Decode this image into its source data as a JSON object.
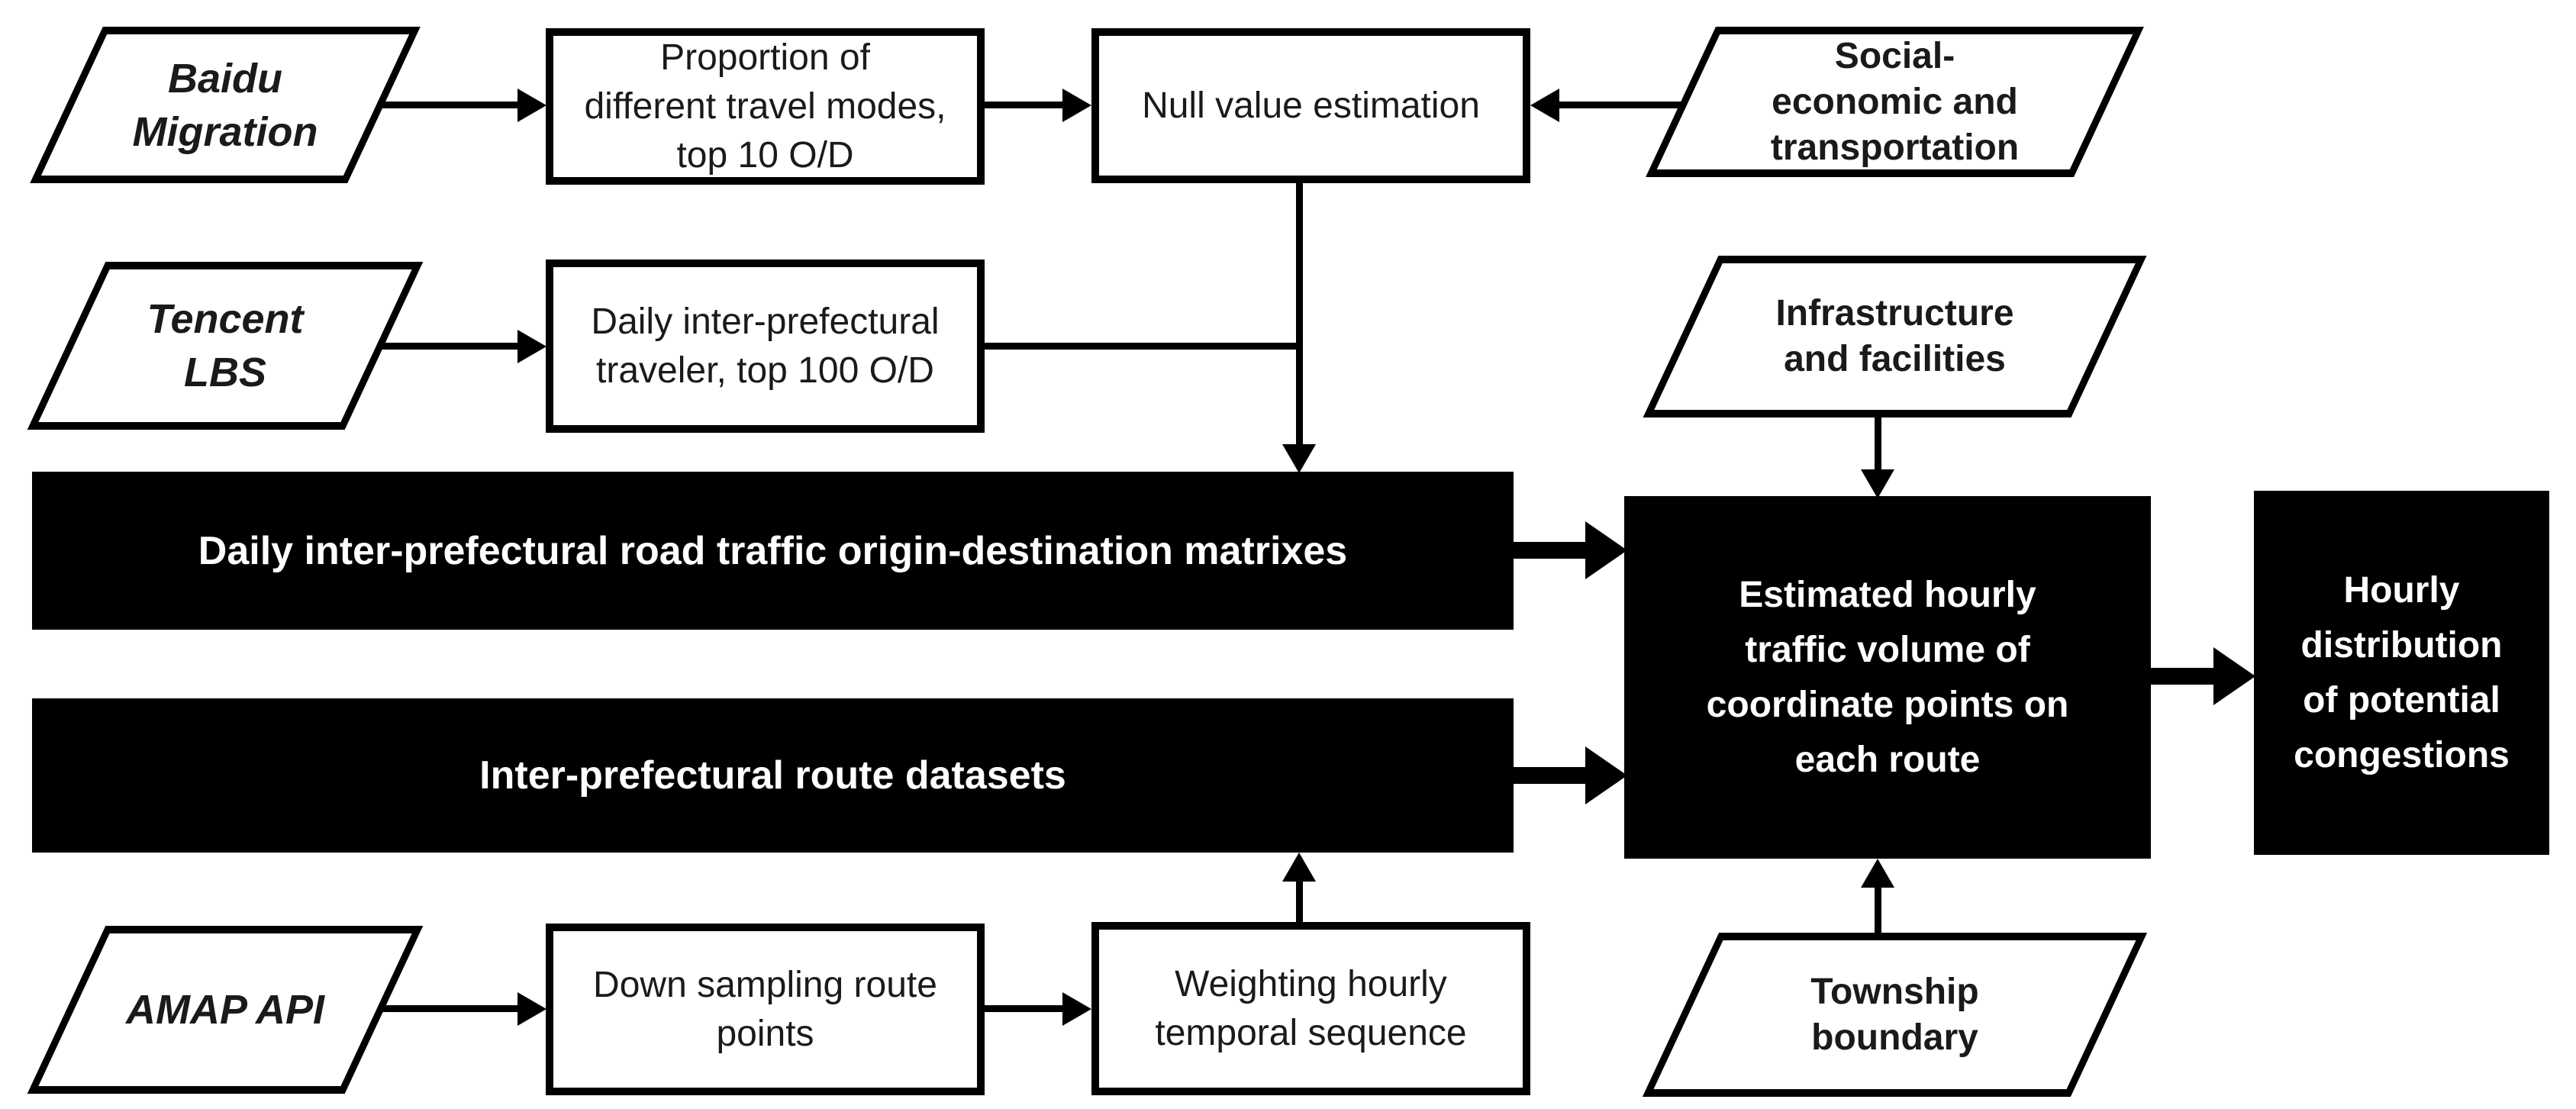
{
  "figure": {
    "type": "flowchart",
    "colors": {
      "line": "#000000",
      "node_fill": "#ffffff",
      "node_text": "#1a1a1a",
      "highlight_fill": "#000000",
      "highlight_text": "#ffffff"
    }
  },
  "nodes": {
    "baidu_migration": {
      "shape": "parallelogram",
      "role": "data-source",
      "label": "Baidu\nMigration"
    },
    "tencent_lbs": {
      "shape": "parallelogram",
      "role": "data-source",
      "label": "Tencent\nLBS"
    },
    "amap_api": {
      "shape": "parallelogram",
      "role": "data-source",
      "label": "AMAP API"
    },
    "social_economic": {
      "shape": "parallelogram",
      "role": "data-source",
      "label": "Social-\neconomic and\ntransportation"
    },
    "infrastructure": {
      "shape": "parallelogram",
      "role": "data-source",
      "label": "Infrastructure\nand facilities"
    },
    "township_boundary": {
      "shape": "parallelogram",
      "role": "data-source",
      "label": "Township\nboundary"
    },
    "proportion_travel_modes": {
      "shape": "rectangle",
      "role": "process",
      "label": "Proportion of\ndifferent travel modes,\ntop 10 O/D"
    },
    "null_value_estimation": {
      "shape": "rectangle",
      "role": "process",
      "label": "Null value estimation"
    },
    "daily_traveler": {
      "shape": "rectangle",
      "role": "process",
      "label": "Daily inter-prefectural\ntraveler, top 100 O/D"
    },
    "down_sampling": {
      "shape": "rectangle",
      "role": "process",
      "label": "Down sampling route\npoints"
    },
    "weighting_hourly": {
      "shape": "rectangle",
      "role": "process",
      "label": "Weighting hourly\ntemporal sequence"
    },
    "od_matrixes": {
      "shape": "filled-rectangle",
      "role": "dataset",
      "label": "Daily inter-prefectural road traffic origin-destination matrixes"
    },
    "route_datasets": {
      "shape": "filled-rectangle",
      "role": "dataset",
      "label": "Inter-prefectural route datasets"
    },
    "estimated_volume": {
      "shape": "filled-rectangle",
      "role": "result",
      "label": "Estimated hourly\ntraffic volume of\ncoordinate points on\neach route"
    },
    "hourly_congestions": {
      "shape": "filled-rectangle",
      "role": "result",
      "label": "Hourly\ndistribution\nof potential\ncongestions"
    }
  },
  "edges": [
    {
      "from": "baidu_migration",
      "to": "proportion_travel_modes",
      "weight": "thin"
    },
    {
      "from": "proportion_travel_modes",
      "to": "null_value_estimation",
      "weight": "thin"
    },
    {
      "from": "social_economic",
      "to": "null_value_estimation",
      "weight": "thin"
    },
    {
      "from": "null_value_estimation",
      "to": "od_matrixes",
      "weight": "thin"
    },
    {
      "from": "tencent_lbs",
      "to": "daily_traveler",
      "weight": "thin"
    },
    {
      "from": "daily_traveler",
      "to": "od_matrixes",
      "weight": "thin"
    },
    {
      "from": "infrastructure",
      "to": "estimated_volume",
      "weight": "thin"
    },
    {
      "from": "od_matrixes",
      "to": "estimated_volume",
      "weight": "thick"
    },
    {
      "from": "route_datasets",
      "to": "estimated_volume",
      "weight": "thick"
    },
    {
      "from": "weighting_hourly",
      "to": "route_datasets",
      "weight": "thin"
    },
    {
      "from": "township_boundary",
      "to": "estimated_volume",
      "weight": "thin"
    },
    {
      "from": "amap_api",
      "to": "down_sampling",
      "weight": "thin"
    },
    {
      "from": "down_sampling",
      "to": "weighting_hourly",
      "weight": "thin"
    },
    {
      "from": "estimated_volume",
      "to": "hourly_congestions",
      "weight": "thick"
    }
  ]
}
